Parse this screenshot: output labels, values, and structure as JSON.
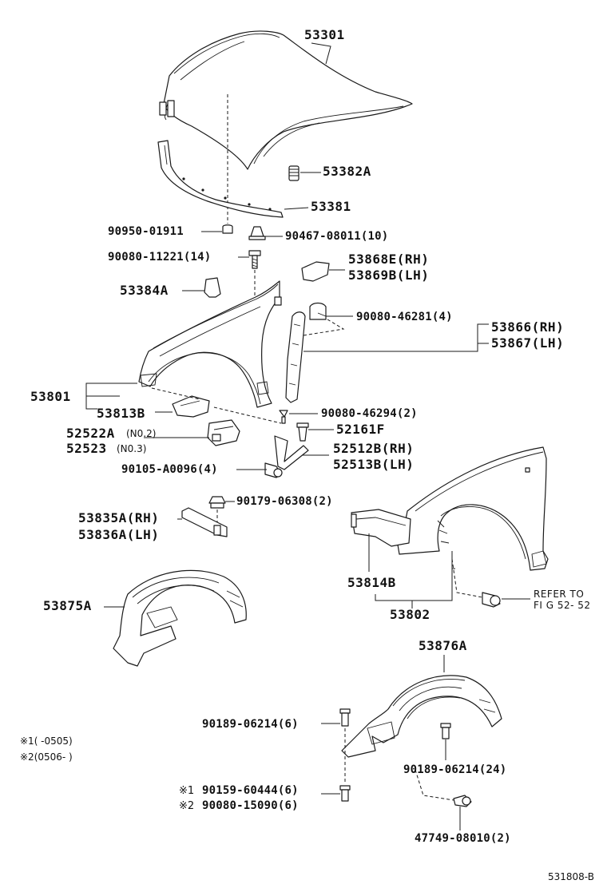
{
  "labels": {
    "p53301": "53301",
    "p53382a": "53382A",
    "p53381": "53381",
    "p9095001911": "90950-01911",
    "p9046708011": "90467-08011(10)",
    "p9008011221": "90080-11221(14)",
    "p53868e": "53868E(RH)",
    "p53869b": "53869B(LH)",
    "p53384a": "53384A",
    "p9008046281": "90080-46281(4)",
    "p53866": "53866(RH)",
    "p53867": "53867(LH)",
    "p53801": "53801",
    "p53813b": "53813B",
    "p9008046294": "90080-46294(2)",
    "p52161f": "52161F",
    "p52522a": "52522A",
    "p52522a_note": "(N0.2)",
    "p52523": "52523",
    "p52523_note": "(N0.3)",
    "p52512b": "52512B(RH)",
    "p52513b": "52513B(LH)",
    "p90105a0096": "90105-A0096(4)",
    "p9017906308": "90179-06308(2)",
    "p53835a": "53835A(RH)",
    "p53836a": "53836A(LH)",
    "p53875a": "53875A",
    "p53814b": "53814B",
    "p53802": "53802",
    "refer_line1": "REFER TO",
    "refer_line2": "FI G 52- 52",
    "p53876a": "53876A",
    "p9018906214_6": "90189-06214(6)",
    "p9018906214_24": "90189-06214(24)",
    "note1": "※1(       -0505)",
    "note2": "※2(0506-        )",
    "mark1": "※1",
    "p9015960444": "90159-60444(6)",
    "mark2": "※2",
    "p9008015090": "90080-15090(6)",
    "p4774908010": "47749-08010(2)",
    "figure_code": "531808-B"
  }
}
